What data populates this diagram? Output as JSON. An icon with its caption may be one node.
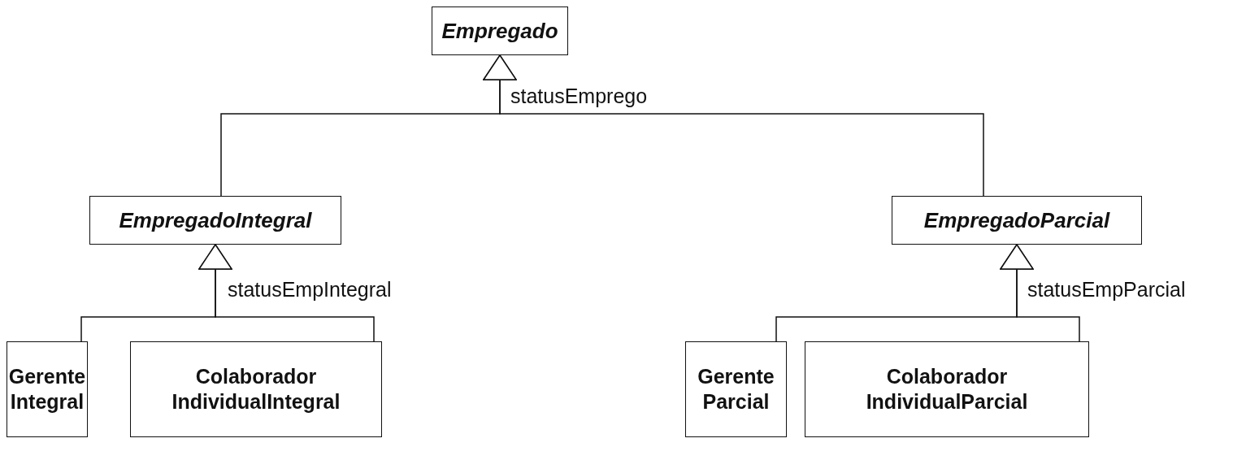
{
  "diagram": {
    "nodes": [
      {
        "text": [
          "Empregado"
        ]
      },
      {
        "text": [
          "EmpregadoIntegral"
        ]
      },
      {
        "text": [
          "EmpregadoParcial"
        ]
      },
      {
        "text": [
          "Gerente Integral"
        ]
      },
      {
        "text": [
          "Colaborador IndividualIntegral"
        ]
      },
      {
        "text": [
          "Gerente Parcial"
        ]
      },
      {
        "text": [
          "Colaborador IndividualParcial"
        ]
      }
    ],
    "edges": [
      {
        "from": 1,
        "to": 0,
        "arrow": "to"
      },
      {
        "from": 2,
        "to": 0,
        "arrow": "to",
        "label": "statusEmprego"
      },
      {
        "from": 3,
        "to": 1,
        "arrow": "to"
      },
      {
        "from": 4,
        "to": 1,
        "arrow": "to",
        "label": "statusEmpIntegral"
      },
      {
        "from": 5,
        "to": 2,
        "arrow": "to"
      },
      {
        "from": 6,
        "to": 2,
        "arrow": "to",
        "label": "statusEmpParcial"
      }
    ]
  }
}
